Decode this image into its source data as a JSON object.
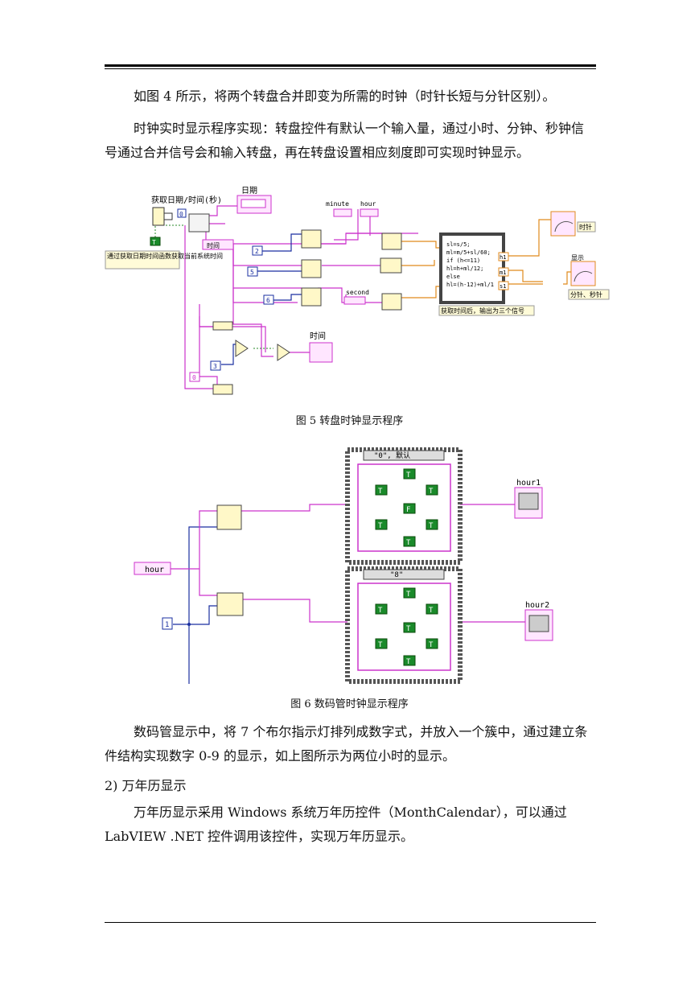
{
  "paragraphs": {
    "p1": "如图 4 所示，将两个转盘合并即变为所需的时钟（时针长短与分针区别）。",
    "p2": "时钟实时显示程序实现：转盘控件有默认一个输入量，通过小时、分钟、秒钟信号通过合并信号会和输入转盘，再在转盘设置相应刻度即可实现时钟显示。",
    "p3": "数码管显示中，将 7 个布尔指示灯排列成数字式，并放入一个簇中，通过建立条件结构实现数字 0-9 的显示，如上图所示为两位小时的显示。",
    "p4": "2)   万年历显示",
    "p5": "万年历显示采用 Windows 系统万年历控件（MonthCalendar），可以通过 LabVIEW .NET 控件调用该控件，实现万年历显示。"
  },
  "figure5": {
    "caption": "图 5  转盘时钟显示程序",
    "labels": {
      "get_date_time": "获取日期/时间(秒)",
      "date": "日期",
      "comment": "通过获取日期时间函数获取当前系统时间",
      "time_ctrl": "时间",
      "minute": "minute",
      "hour": "hour",
      "second": "second",
      "formula_lines": [
        "sl=s/5;",
        "ml=m/5+sl/60;",
        "if (h<=11)",
        "hl=h+ml/12;",
        "else",
        "hl=(h-12)+ml/1"
      ],
      "formula_note": "获取时间后，输出为三个信号",
      "hour_hand": "时针",
      "display": "显示",
      "min_sec": "分针、秒针",
      "time_out": "时间",
      "const_0": "0",
      "const_2": "2",
      "const_5": "5",
      "const_6": "6",
      "const_3": "3",
      "const_0b": "0",
      "node_h1": "h1",
      "node_m1": "m1",
      "node_s1": "s1"
    }
  },
  "figure6": {
    "caption": "图 6  数码管时钟显示程序",
    "labels": {
      "hour_ctrl": "hour",
      "case1_selector": "\"0\", 默认",
      "case2_selector": "\"8\"",
      "hour1": "hour1",
      "hour2": "hour2",
      "const_1": "1",
      "case1_leds": [
        "T",
        "T",
        "T",
        "F",
        "T",
        "T",
        "T"
      ],
      "case2_leds": [
        "T",
        "T",
        "T",
        "T",
        "T",
        "T",
        "T"
      ]
    }
  },
  "colors": {
    "pink_wire": "#cc33cc",
    "blue_wire": "#1a2fa0",
    "orange_wire": "#e08a1c",
    "green_wire": "#2a8a2a",
    "led_green": "#1a8a2a"
  }
}
